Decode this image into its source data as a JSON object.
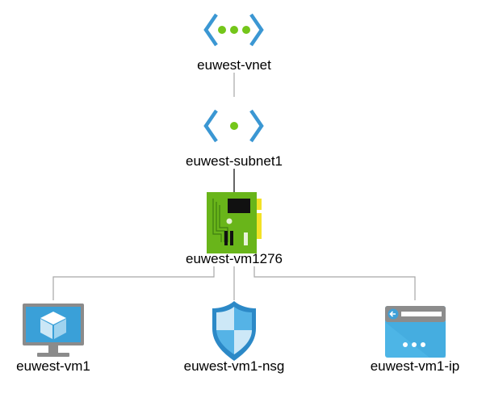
{
  "diagram": {
    "nodes": [
      {
        "id": "vnet",
        "label": "euwest-vnet",
        "icon": "virtual-network-icon"
      },
      {
        "id": "subnet",
        "label": "euwest-subnet1",
        "icon": "subnet-icon"
      },
      {
        "id": "nic",
        "label": "euwest-vm1276",
        "icon": "network-interface-icon"
      },
      {
        "id": "vm",
        "label": "euwest-vm1",
        "icon": "virtual-machine-icon"
      },
      {
        "id": "nsg",
        "label": "euwest-vm1-nsg",
        "icon": "network-security-group-icon"
      },
      {
        "id": "ip",
        "label": "euwest-vm1-ip",
        "icon": "public-ip-address-icon"
      }
    ],
    "edges": [
      {
        "from": "vnet",
        "to": "subnet"
      },
      {
        "from": "subnet",
        "to": "nic"
      },
      {
        "from": "nic",
        "to": "vm"
      },
      {
        "from": "nic",
        "to": "nsg"
      },
      {
        "from": "nic",
        "to": "ip"
      }
    ],
    "colors": {
      "connector": "#a6a6a6",
      "network_blue": "#3b97d3",
      "network_green": "#74c61a",
      "nic_green": "#69b51a",
      "nic_yellow": "#f3e226",
      "vm_blue": "#3aa0d8",
      "shield_blue": "#2c89c7",
      "ip_blue": "#4db5e6"
    }
  }
}
